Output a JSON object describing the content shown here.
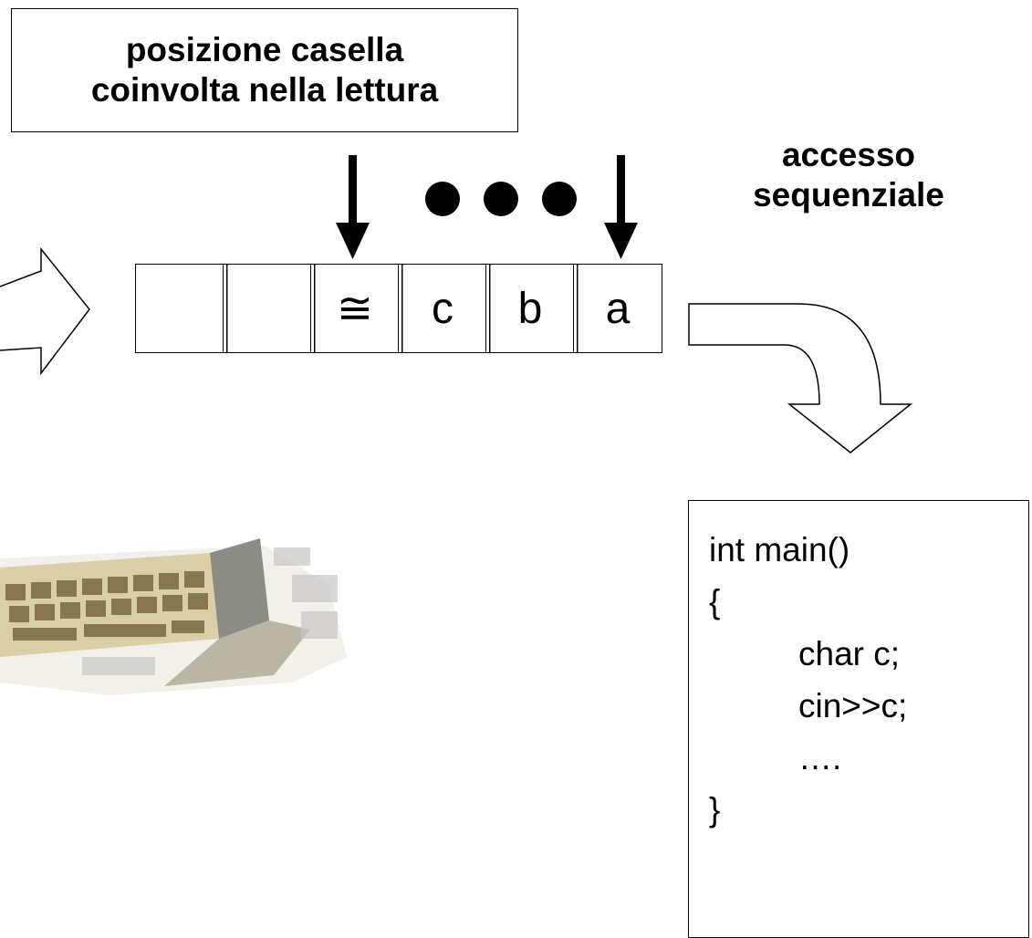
{
  "label_box": {
    "line1": "posizione casella",
    "line2": "coinvolta nella lettura"
  },
  "access_label": {
    "line1": "accesso",
    "line2": "sequenziale"
  },
  "tape": {
    "cells": [
      "",
      "",
      "≅",
      "c",
      "b",
      "a"
    ]
  },
  "code": {
    "lines": [
      "int main()",
      "{",
      "char c;",
      "cin>>c;",
      "….",
      "}"
    ]
  },
  "icons": {
    "input_arrow": "right-arrow-icon",
    "output_arrow": "curved-down-arrow-icon",
    "keyboard": "keyboard-icon",
    "pointer_arrow": "down-arrow-icon",
    "ellipsis": "ellipsis-dots-icon"
  }
}
